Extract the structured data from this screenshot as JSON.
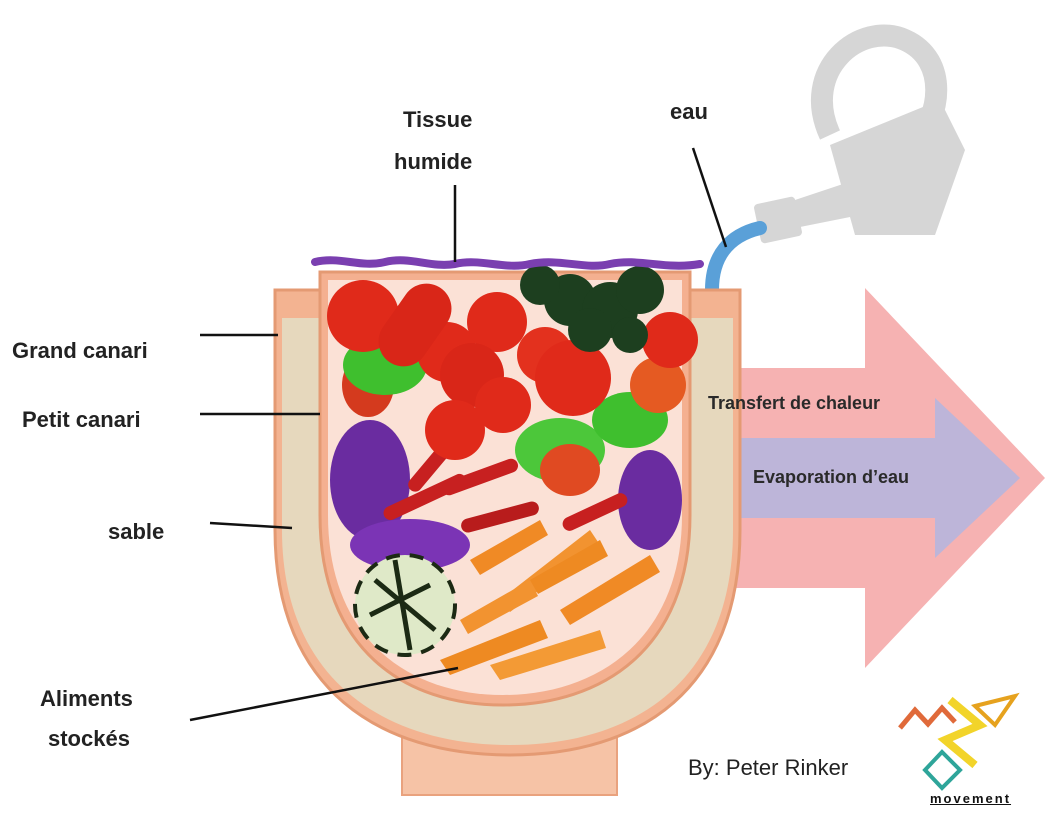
{
  "labels": {
    "tissue_line1": "Tissue",
    "tissue_line2": "humide",
    "water": "eau",
    "big_pot": "Grand canari",
    "small_pot": "Petit canari",
    "sand": "sable",
    "food_line1": "Aliments",
    "food_line2": "stockés"
  },
  "arrows": {
    "heat": "Transfert de chaleur",
    "evaporation": "Evaporation d’eau"
  },
  "credit": "By: Peter Rinker",
  "logo": {
    "word": "movement"
  },
  "colors": {
    "outer_pot": "#f3b391",
    "sand": "#e6d8bd",
    "inner_pot": "#fbe1d6",
    "tissue": "#7a3fb0",
    "heat_arrow": "#f5a5a5",
    "evaporation_arrow": "#b7b5dd",
    "watering_can": "#d6d6d6",
    "water_spout": "#5aa0d8"
  }
}
